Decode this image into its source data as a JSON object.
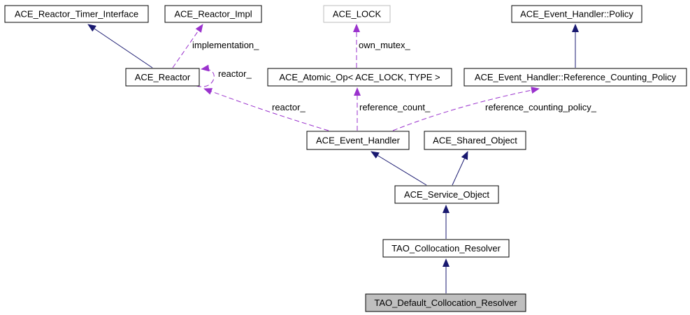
{
  "diagram": {
    "kind": "class-collaboration-graph",
    "colors": {
      "background": "#ffffff",
      "inheritance_edge": "#191970",
      "usage_edge": "#9a32cd",
      "node_border": "#000000",
      "template_node_border": "#bebebe",
      "current_node_fill": "#bfbfbf",
      "text": "#000000"
    },
    "nodes": [
      {
        "id": "ace-reactor-timer-interface",
        "label": "ACE_Reactor_Timer_Interface"
      },
      {
        "id": "ace-reactor-impl",
        "label": "ACE_Reactor_Impl"
      },
      {
        "id": "ace-lock",
        "label": "ACE_LOCK"
      },
      {
        "id": "ace-event-handler-policy",
        "label": "ACE_Event_Handler::Policy"
      },
      {
        "id": "ace-reactor",
        "label": "ACE_Reactor"
      },
      {
        "id": "ace-atomic-op",
        "label": "ACE_Atomic_Op< ACE_LOCK, TYPE >"
      },
      {
        "id": "ace-event-handler-reference-counting-policy",
        "label": "ACE_Event_Handler::Reference_Counting_Policy"
      },
      {
        "id": "ace-event-handler",
        "label": "ACE_Event_Handler"
      },
      {
        "id": "ace-shared-object",
        "label": "ACE_Shared_Object"
      },
      {
        "id": "ace-service-object",
        "label": "ACE_Service_Object"
      },
      {
        "id": "tao-collocation-resolver",
        "label": "TAO_Collocation_Resolver"
      },
      {
        "id": "tao-default-collocation-resolver",
        "label": "TAO_Default_Collocation_Resolver"
      }
    ],
    "edges": [
      {
        "from": "ACE_Reactor",
        "to": "ACE_Reactor_Timer_Interface",
        "type": "inheritance"
      },
      {
        "from": "ACE_Event_Handler::Reference_Counting_Policy",
        "to": "ACE_Event_Handler::Policy",
        "type": "inheritance"
      },
      {
        "from": "ACE_Service_Object",
        "to": "ACE_Event_Handler",
        "type": "inheritance"
      },
      {
        "from": "ACE_Service_Object",
        "to": "ACE_Shared_Object",
        "type": "inheritance"
      },
      {
        "from": "TAO_Collocation_Resolver",
        "to": "ACE_Service_Object",
        "type": "inheritance"
      },
      {
        "from": "TAO_Default_Collocation_Resolver",
        "to": "TAO_Collocation_Resolver",
        "type": "inheritance"
      },
      {
        "from": "ACE_Reactor",
        "to": "ACE_Reactor_Impl",
        "type": "usage",
        "label": "implementation_"
      },
      {
        "from": "ACE_Atomic_Op< ACE_LOCK, TYPE >",
        "to": "ACE_LOCK",
        "type": "usage",
        "label": "own_mutex_"
      },
      {
        "from": "ACE_Reactor",
        "to": "ACE_Reactor",
        "type": "usage",
        "label": "reactor_"
      },
      {
        "from": "ACE_Event_Handler",
        "to": "ACE_Reactor",
        "type": "usage",
        "label": "reactor_"
      },
      {
        "from": "ACE_Event_Handler",
        "to": "ACE_Atomic_Op< ACE_LOCK, TYPE >",
        "type": "usage",
        "label": "reference_count_"
      },
      {
        "from": "ACE_Event_Handler",
        "to": "ACE_Event_Handler::Reference_Counting_Policy",
        "type": "usage",
        "label": "reference_counting_policy_"
      }
    ]
  }
}
